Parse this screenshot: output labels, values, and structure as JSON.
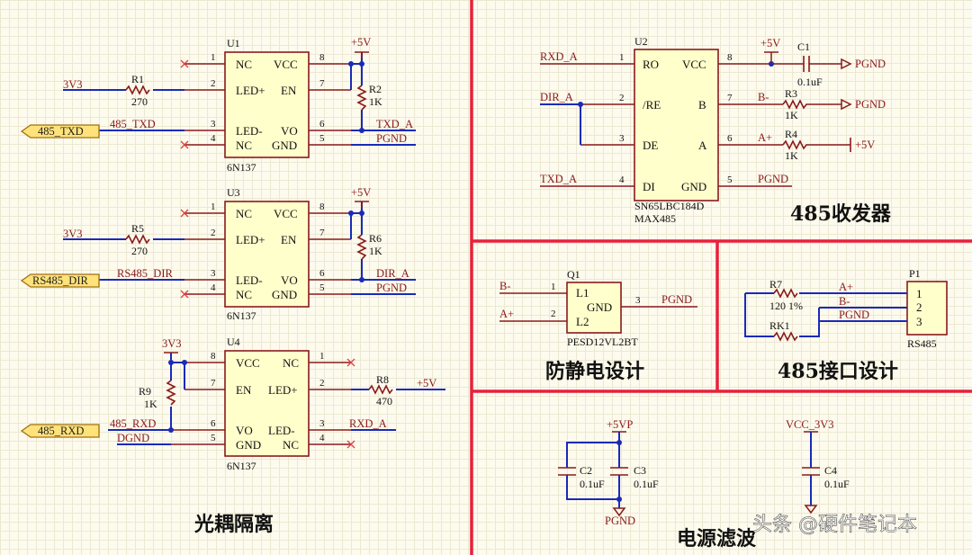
{
  "titles": {
    "optocoupler": "光耦隔离",
    "transceiver": "485收发器",
    "esd": "防静电设计",
    "interface": "485接口设计",
    "power": "电源滤波"
  },
  "watermark": "头条 @硬件笔记本",
  "u1": {
    "ref": "U1",
    "part": "6N137",
    "p1": "NC",
    "p2": "LED+",
    "p3": "LED-",
    "p4": "NC",
    "p5": "GND",
    "p6": "VO",
    "p7": "EN",
    "p8": "VCC",
    "n1": "1",
    "n2": "2",
    "n3": "3",
    "n4": "4",
    "n5": "5",
    "n6": "6",
    "n7": "7",
    "n8": "8"
  },
  "u3": {
    "ref": "U3",
    "part": "6N137",
    "p1": "NC",
    "p2": "LED+",
    "p3": "LED-",
    "p4": "NC",
    "p5": "GND",
    "p6": "VO",
    "p7": "EN",
    "p8": "VCC",
    "n1": "1",
    "n2": "2",
    "n3": "3",
    "n4": "4",
    "n5": "5",
    "n6": "6",
    "n7": "7",
    "n8": "8"
  },
  "u4": {
    "ref": "U4",
    "part": "6N137",
    "p8": "VCC",
    "p7": "EN",
    "p6": "VO",
    "p5": "GND",
    "p1": "NC",
    "p2": "LED+",
    "p3": "LED-",
    "p4": "NC",
    "n1": "1",
    "n2": "2",
    "n3": "3",
    "n4": "4",
    "n5": "5",
    "n6": "6",
    "n7": "7",
    "n8": "8"
  },
  "u2": {
    "ref": "U2",
    "part": "SN65LBC184D",
    "part2": "MAX485",
    "p1": "RO",
    "p2": "/RE",
    "p3": "DE",
    "p4": "DI",
    "p5": "GND",
    "p6": "A",
    "p7": "B",
    "p8": "VCC",
    "n1": "1",
    "n2": "2",
    "n3": "3",
    "n4": "4",
    "n5": "5",
    "n6": "6",
    "n7": "7",
    "n8": "8"
  },
  "q1": {
    "ref": "Q1",
    "part": "PESD12VL2BT",
    "l1": "L1",
    "l2": "L2",
    "gnd": "GND",
    "n1": "1",
    "n2": "2",
    "n3": "3"
  },
  "p1": {
    "ref": "P1",
    "part": "RS485",
    "n1": "1",
    "n2": "2",
    "n3": "3"
  },
  "resistors": {
    "r1": "R1",
    "r1v": "270",
    "r2": "R2",
    "r2v": "1K",
    "r5": "R5",
    "r5v": "270",
    "r6": "R6",
    "r6v": "1K",
    "r9": "R9",
    "r9v": "1K",
    "r8": "R8",
    "r8v": "470",
    "r3": "R3",
    "r3v": "1K",
    "r4": "R4",
    "r4v": "1K",
    "r7": "R7",
    "r7v": "120 1%",
    "rk1": "RK1"
  },
  "caps": {
    "c1": "C1",
    "c1v": "0.1uF",
    "c2": "C2",
    "c2v": "0.1uF",
    "c3": "C3",
    "c3v": "0.1uF",
    "c4": "C4",
    "c4v": "0.1uF"
  },
  "nets": {
    "v5": "+5V",
    "v3": "3V3",
    "pgnd": "PGND",
    "dgnd": "DGND",
    "txd": "485_TXD",
    "txd2": "485_TXD",
    "txda": "TXD_A",
    "dir": "RS485_DIR",
    "dir2": "RS485_DIR",
    "dira": "DIR_A",
    "rxd": "485_RXD",
    "rxd2": "485_RXD",
    "rxda": "RXD_A",
    "a": "A+",
    "b": "B-",
    "v5p": "+5VP",
    "vcc3": "VCC_3V3"
  }
}
